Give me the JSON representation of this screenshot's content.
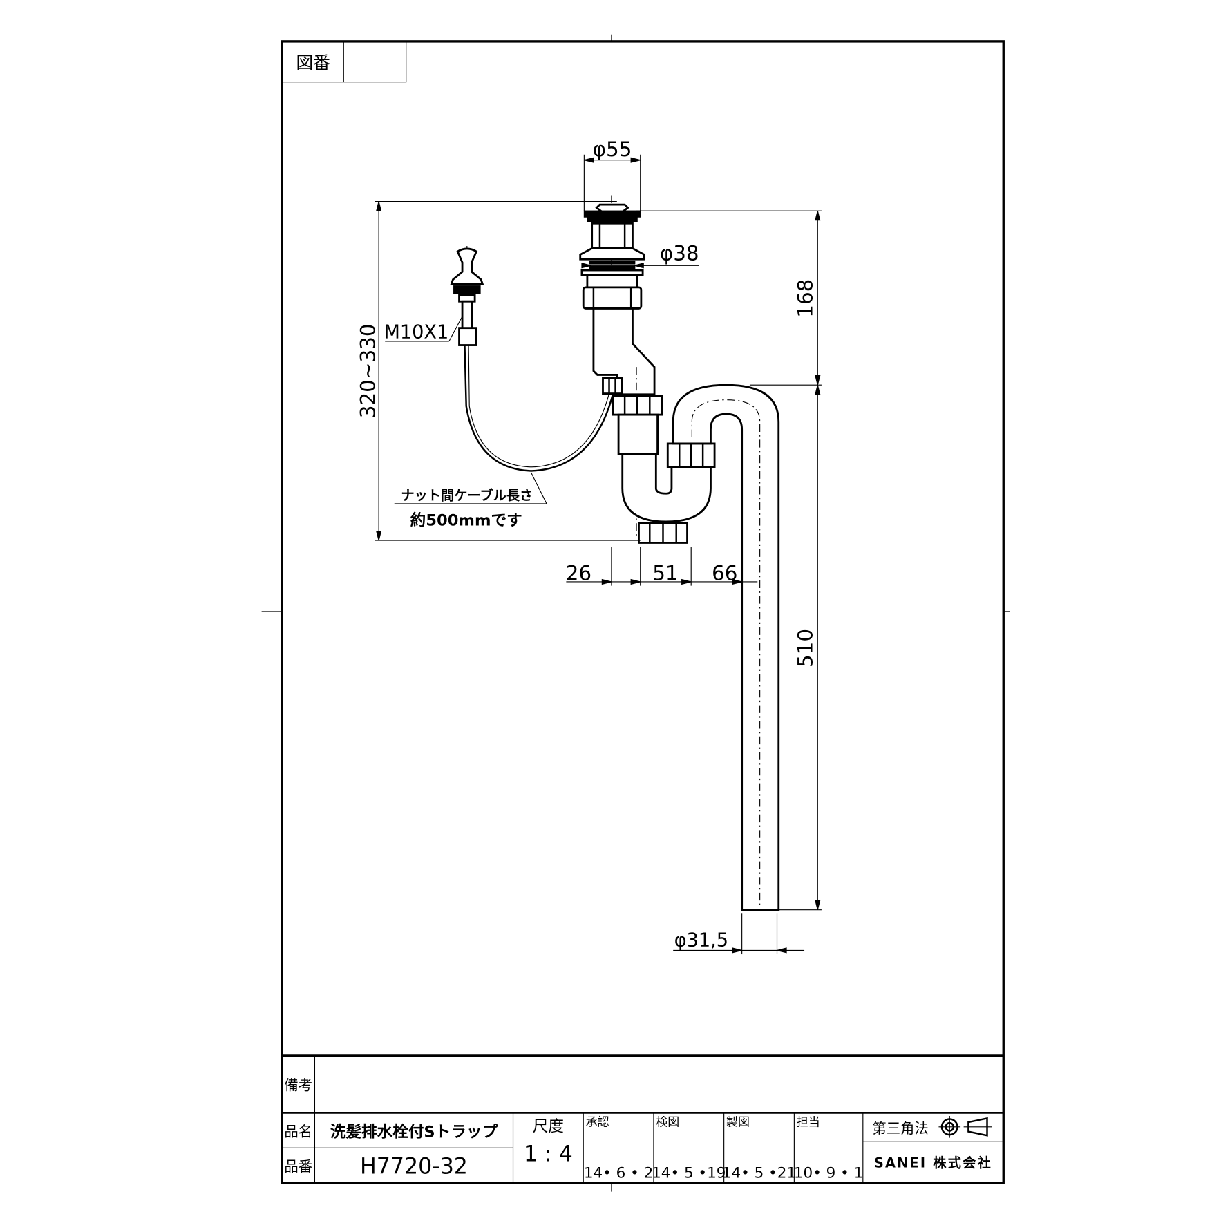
{
  "drawing_number_label": "図番",
  "drawing_number_value": "",
  "dimensions": {
    "top_diameter": "φ55",
    "body_diameter": "φ38",
    "thread": "M10X1",
    "height_range": "320~330",
    "upper_height": "168",
    "pipe_length": "510",
    "offset_1": "26",
    "offset_2": "51",
    "offset_3": "66",
    "pipe_diameter": "φ31,5"
  },
  "notes": {
    "cable_line1": "ナット間ケーブル長さ",
    "cable_line2": "約500mmです"
  },
  "title_block": {
    "remarks_label": "備考",
    "remarks_value": "",
    "product_name_label": "品名",
    "product_name": "洗髪排水栓付Sトラップ",
    "product_number_label": "品番",
    "product_number": "H7720-32",
    "scale_label": "尺度",
    "scale": "1 : 4",
    "approvals": [
      {
        "label": "承認",
        "date": "14• 6 • 2"
      },
      {
        "label": "検図",
        "date": "14• 5 •19"
      },
      {
        "label": "製図",
        "date": "14• 5 •21"
      },
      {
        "label": "担当",
        "date": "10• 9 • 1"
      }
    ],
    "projection": "第三角法",
    "company": "SANEI 株式会社"
  }
}
